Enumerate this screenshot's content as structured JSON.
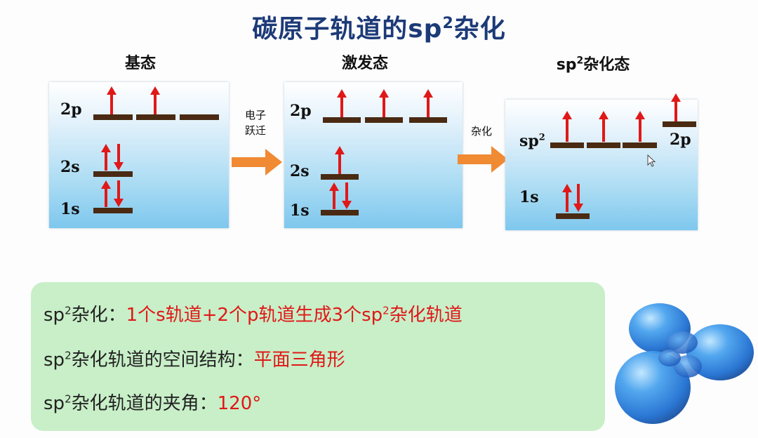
{
  "title": {
    "main": "碳原子轨道的",
    "sp": "sp",
    "sup": "2",
    "end": "杂化"
  },
  "captions": {
    "ground": "基态",
    "excited": "激发态",
    "hybrid_sp": "sp",
    "hybrid_sup": "2",
    "hybrid_end": "杂化态"
  },
  "levels": {
    "p2": "2p",
    "s2": "2s",
    "s1": "1s",
    "sp": "sp",
    "sp_sup": "2"
  },
  "steps": {
    "step1_line1": "电子",
    "step1_line2": "跃迁",
    "step2": "杂化"
  },
  "summary": {
    "line1_prefix_sp": "sp",
    "line1_prefix_sup": "2",
    "line1_prefix_rest": "杂化：",
    "line1_value_a": "1个s轨道+2个p轨道生成3个sp",
    "line1_value_sup": "2",
    "line1_value_b": "杂化轨道",
    "line2_prefix_sp": "sp",
    "line2_prefix_sup": "2",
    "line2_prefix_rest": "杂化轨道的空间结构：",
    "line2_value": "平面三角形",
    "line3_prefix_sp": "sp",
    "line3_prefix_sup": "2",
    "line3_prefix_rest": "杂化轨道的夹角：",
    "line3_value": "120°"
  },
  "colors": {
    "arrow": "#e01818",
    "level": "#4a2a12",
    "step_arrow": "#f08a33",
    "title": "#1c3a78"
  }
}
